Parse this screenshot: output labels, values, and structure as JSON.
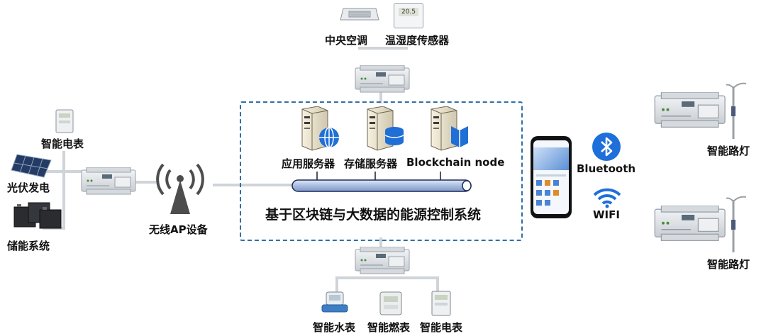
{
  "top": {
    "hvac_label": "中央空调",
    "sensor_label": "温湿度传感器",
    "sensor_reading": "20.5"
  },
  "left": {
    "meter_label": "智能电表",
    "solar_label": "光伏发电",
    "storage_label": "储能系统"
  },
  "ap": {
    "label": "无线AP设备"
  },
  "center": {
    "app_server_label": "应用服务器",
    "storage_server_label": "存储服务器",
    "blockchain_label": "Blockchain node",
    "system_title": "基于区块链与大数据的能源控制系统"
  },
  "phone": {
    "bluetooth_label": "Bluetooth",
    "wifi_label": "WIFI"
  },
  "right": {
    "light_top_label": "智能路灯",
    "light_bottom_label": "智能路灯"
  },
  "bottom": {
    "water_label": "智能水表",
    "gas_label": "智能燃表",
    "meter_label": "智能电表"
  },
  "colors": {
    "frame": "#2f6fa8",
    "bluetooth": "#1e6fd9",
    "wifi": "#1e6fd9",
    "connector": "#cfd4d9"
  }
}
